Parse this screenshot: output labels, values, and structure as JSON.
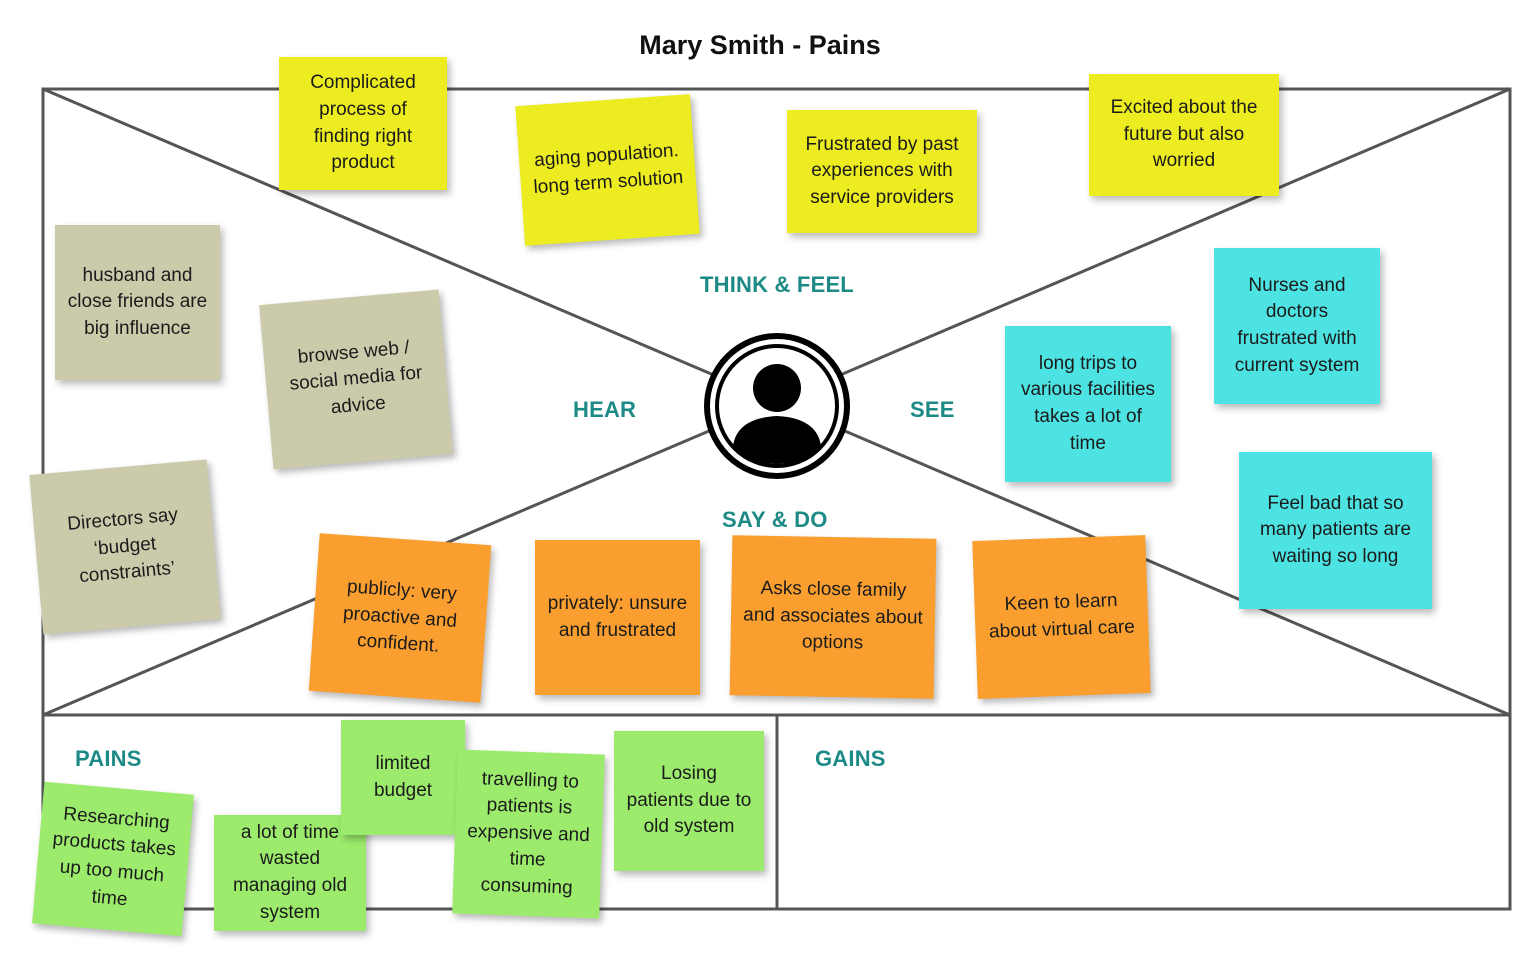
{
  "title": "Mary Smith - Pains",
  "colors": {
    "heading_teal": "#1e8a86",
    "sticky_yellow": "#ecec21",
    "sticky_gray": "#cbcbac",
    "sticky_cyan": "#4ee3e3",
    "sticky_orange": "#fa9f2f",
    "sticky_green": "#9ceb6c",
    "frame_gray": "#555555"
  },
  "center_icon": "user-avatar-icon",
  "quadrants": {
    "think_feel": "THINK & FEEL",
    "hear": "HEAR",
    "see": "SEE",
    "say_do": "SAY & DO"
  },
  "sections": {
    "pains": "PAINS",
    "gains": "GAINS"
  },
  "think_feel_notes": [
    "Complicated process of finding right product",
    "aging population. long term solution",
    "Frustrated by past experiences with service providers",
    "Excited about the future but also worried"
  ],
  "hear_notes": [
    "husband and close friends are big influence",
    "browse web / social media for advice",
    "Directors say ‘budget constraints’"
  ],
  "see_notes": [
    "Nurses and doctors frustrated with current system",
    "long trips to various facilities takes a lot of time",
    "Feel bad that so many patients are waiting so long"
  ],
  "say_do_notes": [
    "publicly: very proactive and confident.",
    "privately: unsure and frustrated",
    "Asks close family and associates about options",
    "Keen to learn about virtual care"
  ],
  "pains_notes": [
    "Researching products takes up too much time",
    "a lot of time wasted managing old system",
    "limited budget",
    "travelling to patients is expensive and time consuming",
    "Losing patients due to old system"
  ]
}
